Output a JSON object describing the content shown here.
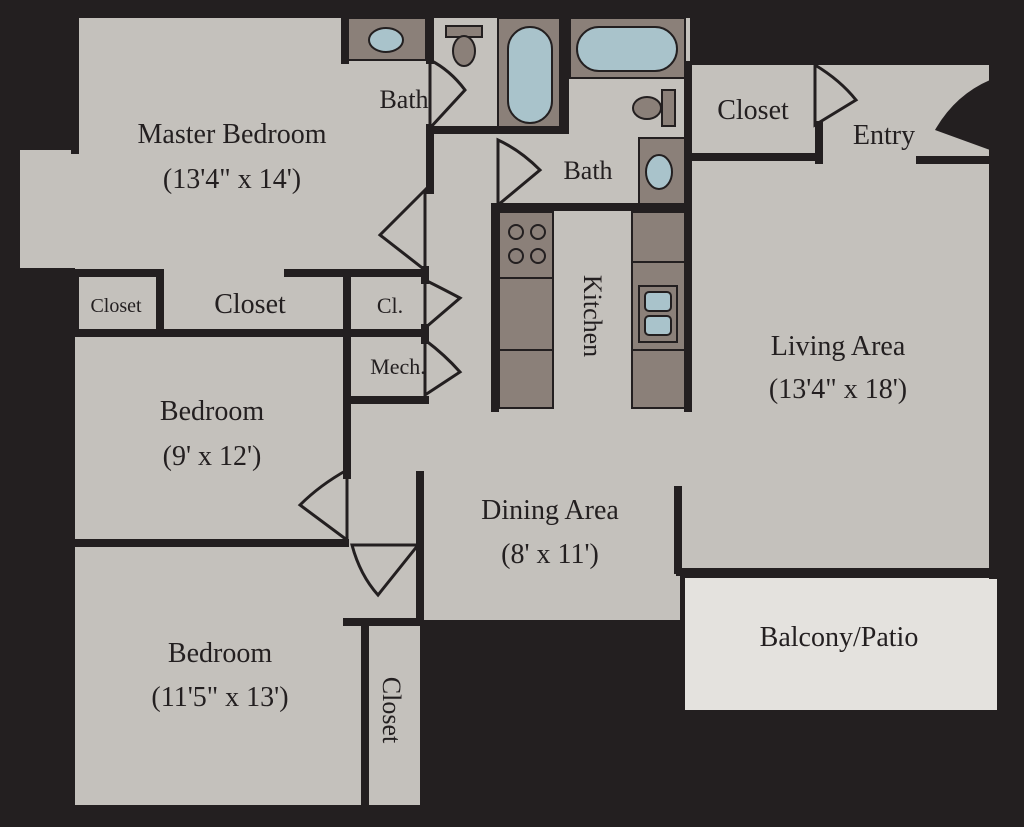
{
  "rooms": {
    "master_bedroom": {
      "name": "Master Bedroom",
      "size": "(13'4\" x 14')"
    },
    "bath_master": "Bath",
    "bath_hall": "Bath",
    "closet_entry": "Closet",
    "entry": "Entry",
    "closet_small": "Closet",
    "closet_middle": "Closet",
    "closet_cl": "Cl.",
    "mech": "Mech.",
    "kitchen": "Kitchen",
    "living_area": {
      "name": "Living Area",
      "size": "(13'4\" x 18')"
    },
    "bedroom_2": {
      "name": "Bedroom",
      "size": "(9' x 12')"
    },
    "dining_area": {
      "name": "Dining Area",
      "size": "(8' x 11')"
    },
    "bedroom_3": {
      "name": "Bedroom",
      "size": "(11'5\" x 13')"
    },
    "closet_bedroom3": "Closet",
    "balcony": "Balcony/Patio"
  },
  "colors": {
    "floor": "#c4c1bc",
    "wall": "#231f20",
    "fixture": "#8b8079",
    "water": "#a9c3cb",
    "balcony": "#e4e2de"
  }
}
